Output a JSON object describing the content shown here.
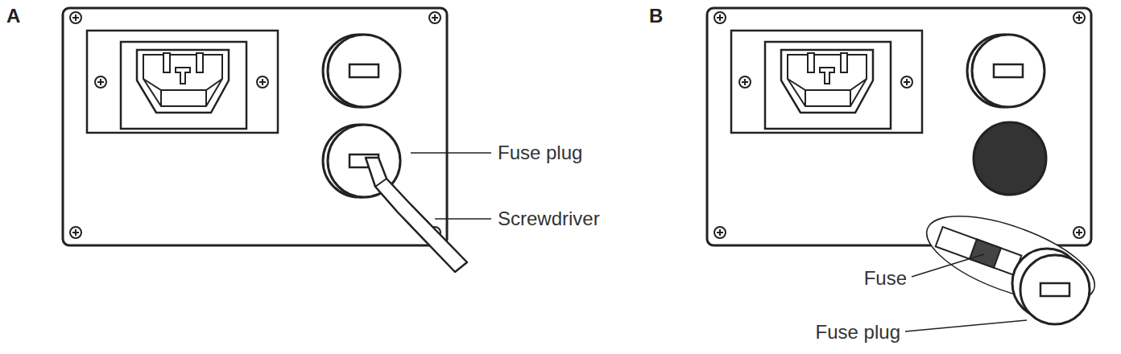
{
  "diagram": {
    "labels": [
      "A",
      "Fuse plug",
      "Screwdriver",
      "B",
      "Fuse",
      "Fuse plug"
    ]
  }
}
